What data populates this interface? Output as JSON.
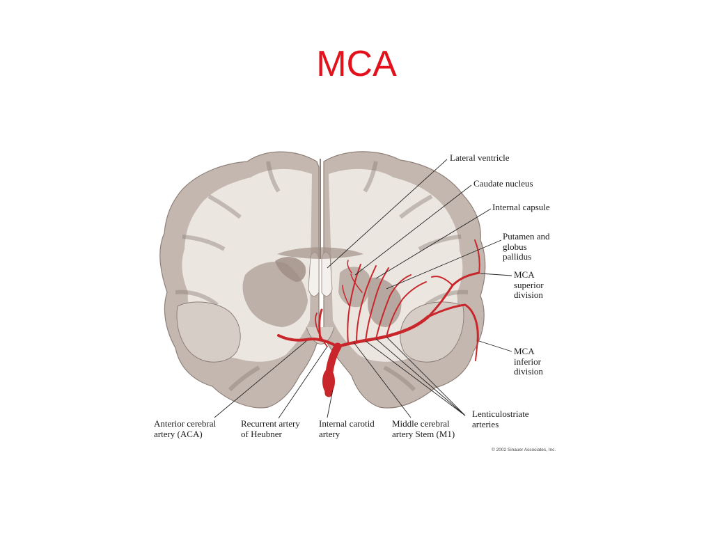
{
  "slide": {
    "title": "MCA"
  },
  "diagram": {
    "labels": {
      "lateral_ventricle": "Lateral ventricle",
      "caudate_nucleus": "Caudate nucleus",
      "internal_capsule": "Internal capsule",
      "putamen_globus": "Putamen and\nglobus\npallidus",
      "mca_superior": "MCA\nsuperior\ndivision",
      "mca_inferior": "MCA\ninferior\ndivision",
      "lenticulostriate": "Lenticulostriate\narteries",
      "aca": "Anterior cerebral\nartery (ACA)",
      "heubner": "Recurrent artery\nof Heubner",
      "internal_carotid": "Internal carotid\nartery",
      "mca_stem": "Middle cerebral\nartery Stem (M1)"
    },
    "copyright": "© 2002 Sinauer Associates, Inc."
  },
  "colors": {
    "title": "#e3111b",
    "artery": "#c9262b",
    "cortex": "#c2b5ae",
    "white_matter": "#ede7e2"
  }
}
